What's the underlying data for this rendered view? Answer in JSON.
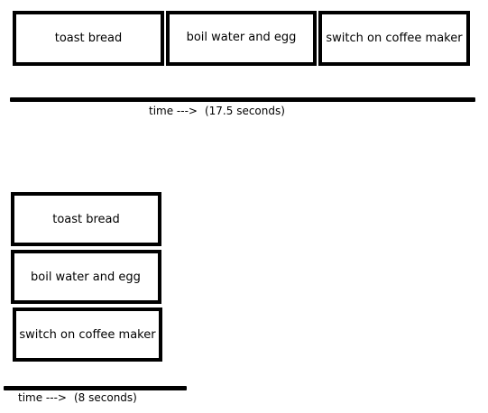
{
  "sequential": {
    "tasks": [
      {
        "label": "toast bread"
      },
      {
        "label": "boil water and egg"
      },
      {
        "label": "switch on coffee maker"
      }
    ],
    "time_label": "time --->",
    "duration": "(17.5 seconds)"
  },
  "parallel": {
    "tasks": [
      {
        "label": "toast bread"
      },
      {
        "label": "boil water and egg"
      },
      {
        "label": "switch on coffee maker"
      }
    ],
    "time_label": "time --->",
    "duration": "(8 seconds)"
  }
}
